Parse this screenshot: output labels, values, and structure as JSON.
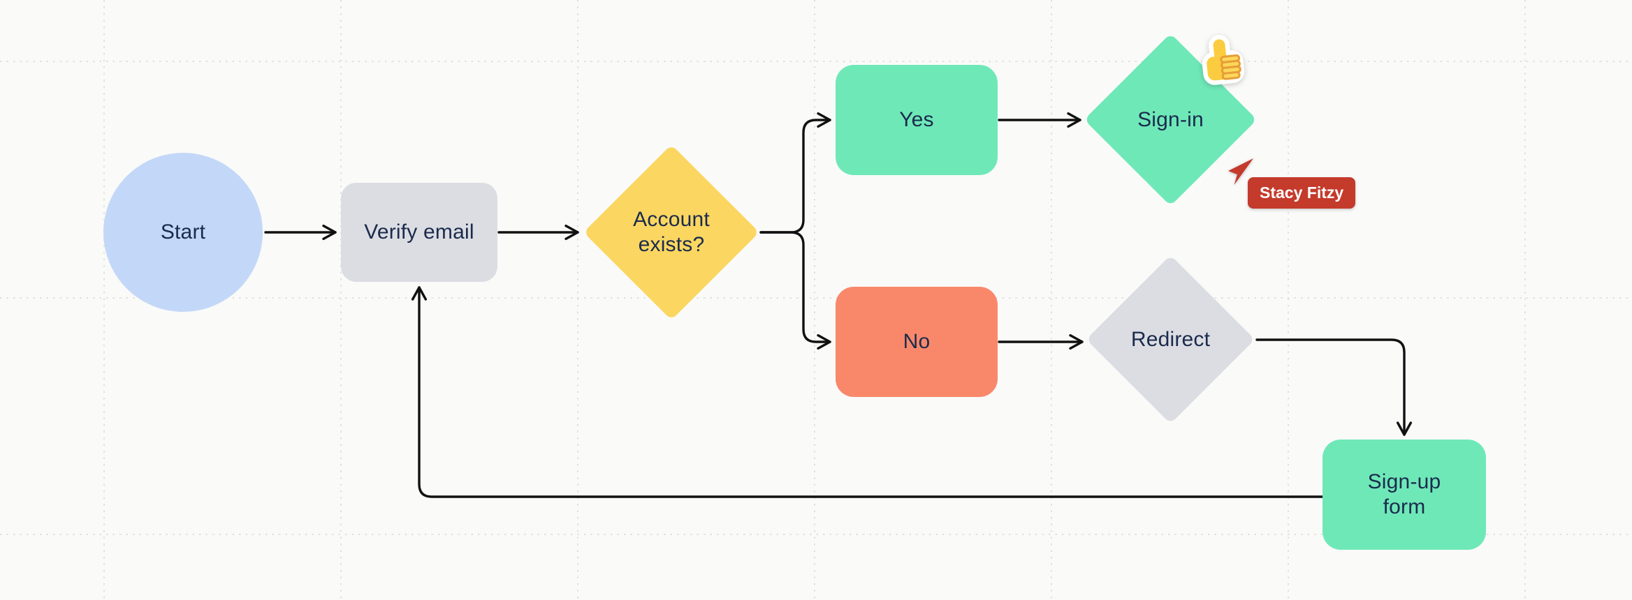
{
  "canvas": {
    "background": "#FAFAF9",
    "grid_line_color": "#E0E0DC",
    "connector_color": "#111111",
    "label_color": "#1A2B4C"
  },
  "nodes": [
    {
      "id": "start",
      "label": "Start",
      "shape": "circle",
      "fill": "#C3D8F8"
    },
    {
      "id": "verify-email",
      "label": "Verify email",
      "shape": "rounded-rectangle",
      "fill": "#DCDDE3"
    },
    {
      "id": "account-exists",
      "label": "Account exists?",
      "shape": "diamond",
      "fill": "#FBD661"
    },
    {
      "id": "yes",
      "label": "Yes",
      "shape": "rounded-rectangle",
      "fill": "#6FE8B8"
    },
    {
      "id": "no",
      "label": "No",
      "shape": "rounded-rectangle",
      "fill": "#F9886B"
    },
    {
      "id": "sign-in",
      "label": "Sign-in",
      "shape": "diamond",
      "fill": "#6FE8B8"
    },
    {
      "id": "redirect",
      "label": "Redirect",
      "shape": "diamond",
      "fill": "#DCDDE3"
    },
    {
      "id": "sign-up-form",
      "label": "Sign-up form",
      "shape": "rounded-rectangle",
      "fill": "#6FE8B8"
    }
  ],
  "edges": [
    {
      "from": "start",
      "to": "verify-email"
    },
    {
      "from": "verify-email",
      "to": "account-exists"
    },
    {
      "from": "account-exists",
      "to": "yes"
    },
    {
      "from": "account-exists",
      "to": "no"
    },
    {
      "from": "yes",
      "to": "sign-in"
    },
    {
      "from": "no",
      "to": "redirect"
    },
    {
      "from": "redirect",
      "to": "sign-up-form"
    },
    {
      "from": "sign-up-form",
      "to": "verify-email"
    }
  ],
  "collaborator": {
    "name": "Stacy Fitzy",
    "color": "#C43A2B"
  },
  "sticker": {
    "icon": "thumbs-up-emoji",
    "attached_to": "sign-in"
  }
}
